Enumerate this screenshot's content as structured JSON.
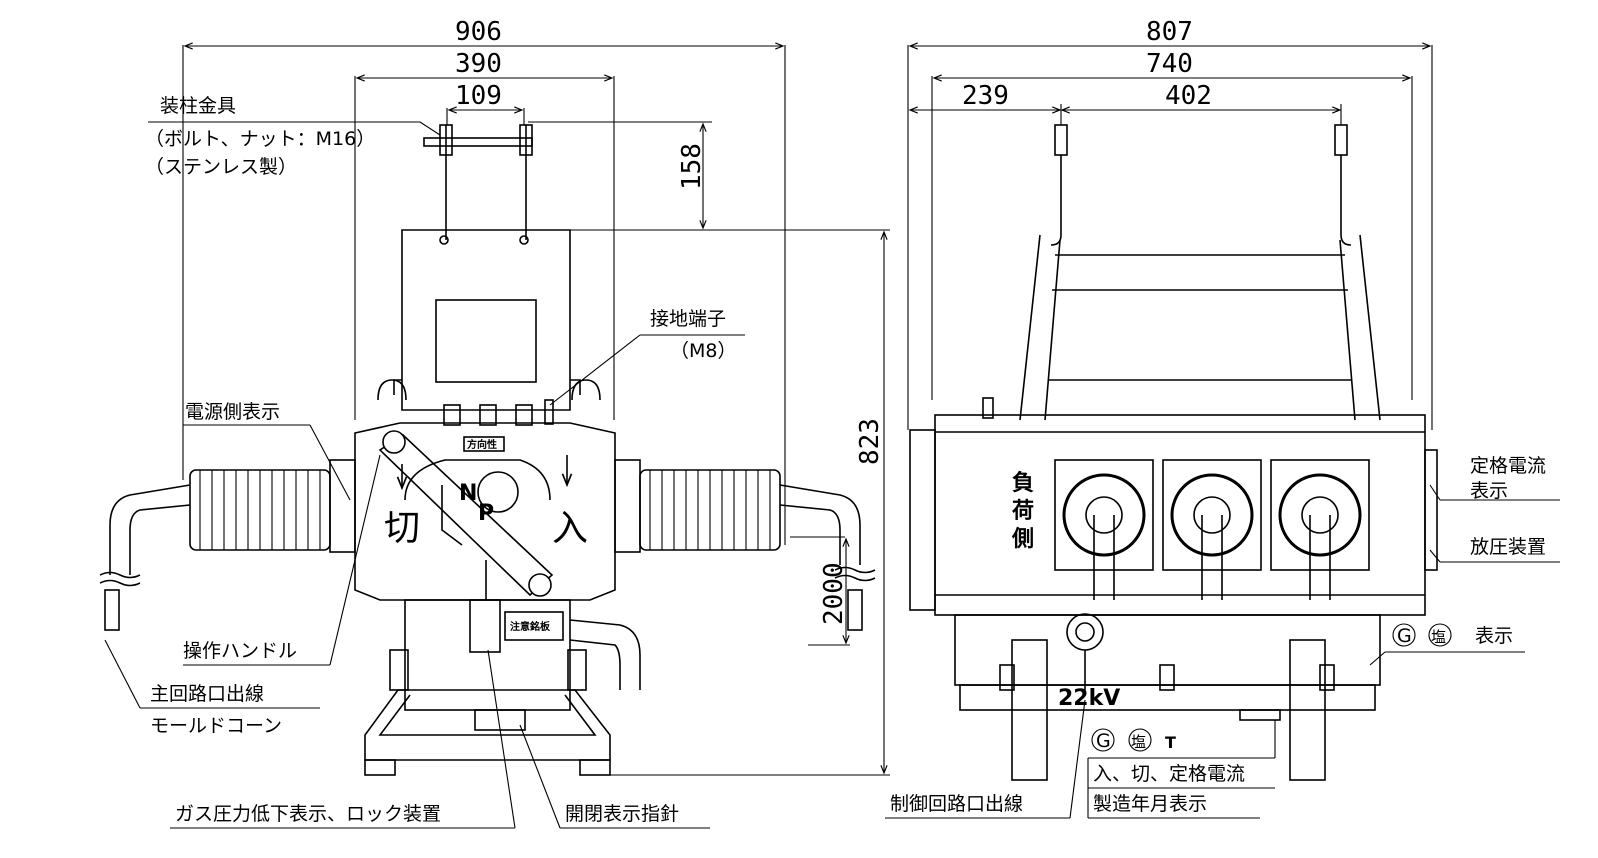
{
  "dimensions": {
    "left_overall_width": "906",
    "left_inner_width": "390",
    "left_bolt_spacing": "109",
    "left_bolt_height": "158",
    "left_total_height": "823",
    "cable_length": "2000",
    "right_overall_width": "807",
    "right_inner_width": "740",
    "right_offset": "239",
    "right_bolt_spacing": "402"
  },
  "labels": {
    "mounting_bracket": "装柱金具",
    "bolt_nut": "（ボルト、ナット：M16）",
    "stainless": "（ステンレス製）",
    "ground_terminal": "接地端子",
    "ground_size": "（M8）",
    "source_side": "電源側表示",
    "operating_handle": "操作ハンドル",
    "main_circuit_outlet": "主回路口出線",
    "mold_cone": "モールドコーン",
    "gas_pressure": "ガス圧力低下表示、ロック装置",
    "open_close_indicator": "開閉表示指針",
    "rated_current": "定格電流",
    "rated_current_sub": "表示",
    "pressure_relief": "放圧装置",
    "g_salt_display": "表示",
    "control_outlet": "制御回路口出線",
    "on_off_rated": "入、切、定格電流",
    "manufacture_date": "製造年月表示"
  },
  "panel_text": {
    "direction": "方向性",
    "off": "切",
    "on": "入",
    "n": "N",
    "p": "P",
    "caution_plate": "注意銘板",
    "load_side_1": "負",
    "load_side_2": "荷",
    "load_side_3": "側",
    "voltage": "22kV",
    "g_symbol": "G",
    "salt_symbol": "塩",
    "to_symbol": "T"
  }
}
